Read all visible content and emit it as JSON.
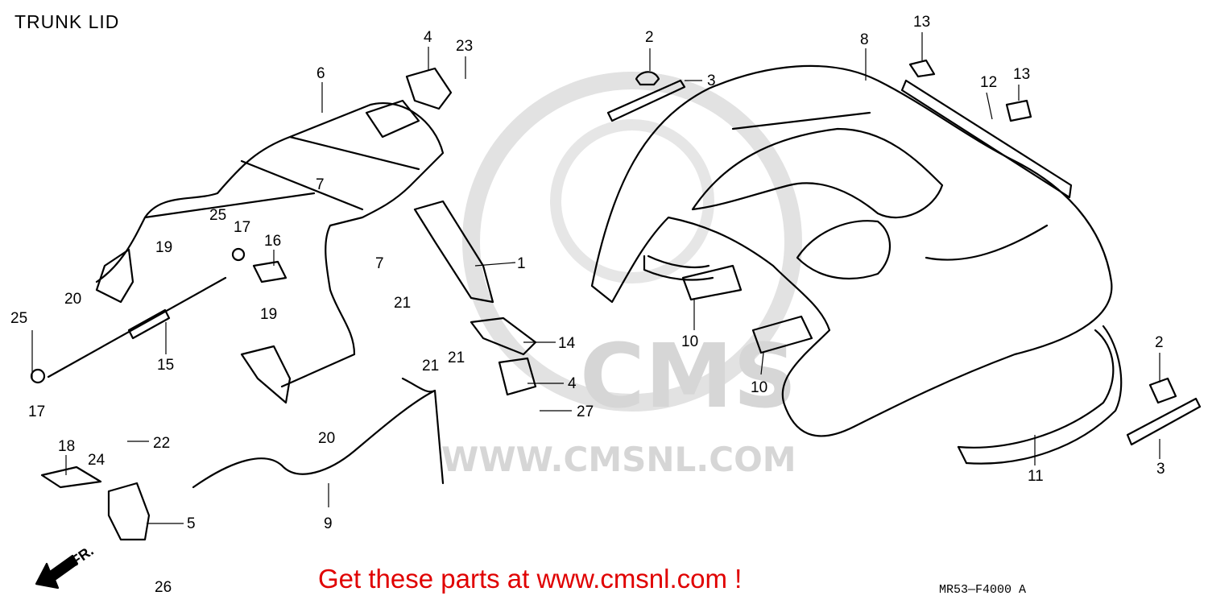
{
  "title": "TRUNK LID",
  "call_to_action": "Get these parts at www.cmsnl.com !",
  "diagram_code": "MR53—F4000 A",
  "watermark": {
    "brand": "CMS",
    "url": "WWW.CMSNL.COM"
  },
  "direction_label": "FR.",
  "colors": {
    "cta": "#e00000",
    "watermark": "#d6d6d6",
    "line": "#000000"
  },
  "callouts": {
    "c1": "1",
    "c2a": "2",
    "c2b": "2",
    "c3a": "3",
    "c3b": "3",
    "c4a": "4",
    "c4b": "4",
    "c5": "5",
    "c6": "6",
    "c7a": "7",
    "c7b": "7",
    "c8": "8",
    "c9": "9",
    "c10a": "10",
    "c10b": "10",
    "c11": "11",
    "c12": "12",
    "c13a": "13",
    "c13b": "13",
    "c14": "14",
    "c15": "15",
    "c16": "16",
    "c17a": "17",
    "c17b": "17",
    "c18": "18",
    "c19a": "19",
    "c19b": "19",
    "c20a": "20",
    "c20b": "20",
    "c21a": "21",
    "c21b": "21",
    "c21c": "21",
    "c22": "22",
    "c23": "23",
    "c24": "24",
    "c25a": "25",
    "c25b": "25",
    "c26": "26",
    "c27": "27"
  }
}
